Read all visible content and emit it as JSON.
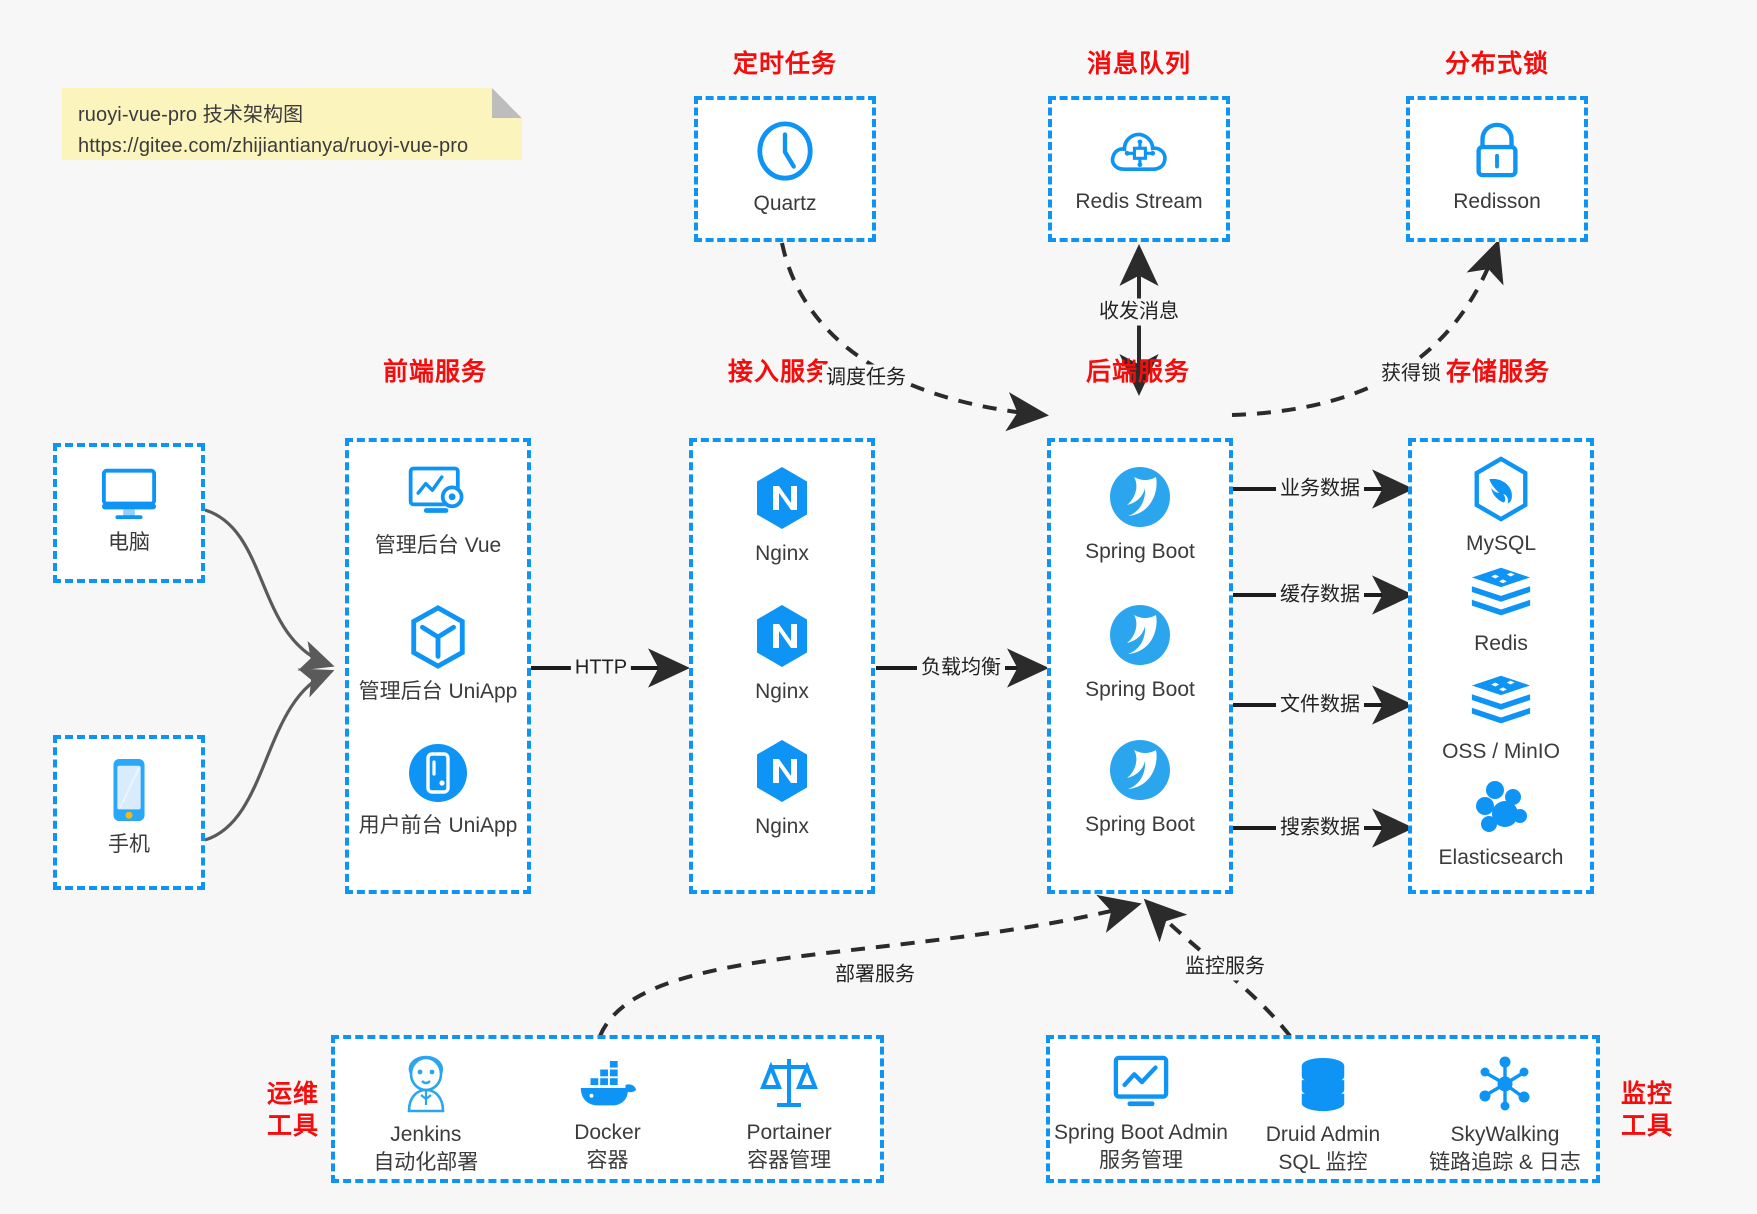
{
  "note": {
    "line1": "ruoyi-vue-pro 技术架构图",
    "line2": "https://gitee.com/zhijiantianya/ruoyi-vue-pro"
  },
  "colors": {
    "accent_blue": "#0e94f5",
    "heading_red": "#f50c0c",
    "note_yellow": "#fbf4bd",
    "background": "#f7f7f7",
    "edge_gray": "#4d4d4d"
  },
  "groups": {
    "scheduled_task": "定时任务",
    "message_queue": "消息队列",
    "distributed_lock": "分布式锁",
    "frontend_service": "前端服务",
    "access_service": "接入服务",
    "backend_service": "后端服务",
    "storage_service": "存储服务",
    "devops_tools": "运维\n工具",
    "devops_tools_l1": "运维",
    "devops_tools_l2": "工具",
    "monitor_tools_l1": "监控",
    "monitor_tools_l2": "工具"
  },
  "nodes": {
    "quartz": {
      "label": "Quartz",
      "icon": "clock-icon"
    },
    "redis_stream": {
      "label": "Redis Stream",
      "icon": "cloud-network-icon"
    },
    "redisson": {
      "label": "Redisson",
      "icon": "lock-icon"
    },
    "pc": {
      "label": "电脑",
      "icon": "desktop-monitor-icon"
    },
    "phone": {
      "label": "手机",
      "icon": "mobile-phone-icon"
    },
    "admin_vue": {
      "label": "管理后台 Vue",
      "icon": "dashboard-gear-icon"
    },
    "admin_uniapp": {
      "label": "管理后台 UniApp",
      "icon": "uniapp-cube-icon"
    },
    "user_uniapp": {
      "label": "用户前台 UniApp",
      "icon": "uniapp-round-icon"
    },
    "nginx_1": {
      "label": "Nginx",
      "icon": "nginx-icon"
    },
    "nginx_2": {
      "label": "Nginx",
      "icon": "nginx-icon"
    },
    "nginx_3": {
      "label": "Nginx",
      "icon": "nginx-icon"
    },
    "spring_boot_1": {
      "label": "Spring Boot",
      "icon": "spring-leaf-icon"
    },
    "spring_boot_2": {
      "label": "Spring Boot",
      "icon": "spring-leaf-icon"
    },
    "spring_boot_3": {
      "label": "Spring Boot",
      "icon": "spring-leaf-icon"
    },
    "mysql": {
      "label": "MySQL",
      "icon": "mysql-dolphin-icon"
    },
    "redis": {
      "label": "Redis",
      "icon": "redis-stack-icon"
    },
    "oss_minio": {
      "label": "OSS / MinIO",
      "icon": "redis-stack-icon"
    },
    "elasticsearch": {
      "label": "Elasticsearch",
      "icon": "elasticsearch-icon"
    },
    "jenkins": {
      "label": "Jenkins",
      "sublabel": "自动化部署",
      "icon": "jenkins-butler-icon"
    },
    "docker": {
      "label": "Docker",
      "sublabel": "容器",
      "icon": "docker-whale-icon"
    },
    "portainer": {
      "label": "Portainer",
      "sublabel": "容器管理",
      "icon": "portainer-scale-icon"
    },
    "spring_boot_admin": {
      "label": "Spring Boot Admin",
      "sublabel": "服务管理",
      "icon": "monitor-chart-icon"
    },
    "druid_admin": {
      "label": "Druid Admin",
      "sublabel": "SQL 监控",
      "icon": "database-icon"
    },
    "skywalking": {
      "label": "SkyWalking",
      "sublabel": "链路追踪 & 日志",
      "icon": "skywalking-node-icon"
    }
  },
  "edges": [
    {
      "name": "quartz-to-backend",
      "label": "调度任务"
    },
    {
      "name": "backend-to-mq",
      "label": "收发消息"
    },
    {
      "name": "backend-to-lock",
      "label": "获得锁"
    },
    {
      "name": "frontend-to-access",
      "label": "HTTP"
    },
    {
      "name": "access-to-backend",
      "label": "负载均衡"
    },
    {
      "name": "backend-to-mysql",
      "label": "业务数据"
    },
    {
      "name": "backend-to-redis",
      "label": "缓存数据"
    },
    {
      "name": "backend-to-oss",
      "label": "文件数据"
    },
    {
      "name": "backend-to-es",
      "label": "搜索数据"
    },
    {
      "name": "devops-to-backend",
      "label": "部署服务"
    },
    {
      "name": "monitor-to-backend",
      "label": "监控服务"
    }
  ]
}
